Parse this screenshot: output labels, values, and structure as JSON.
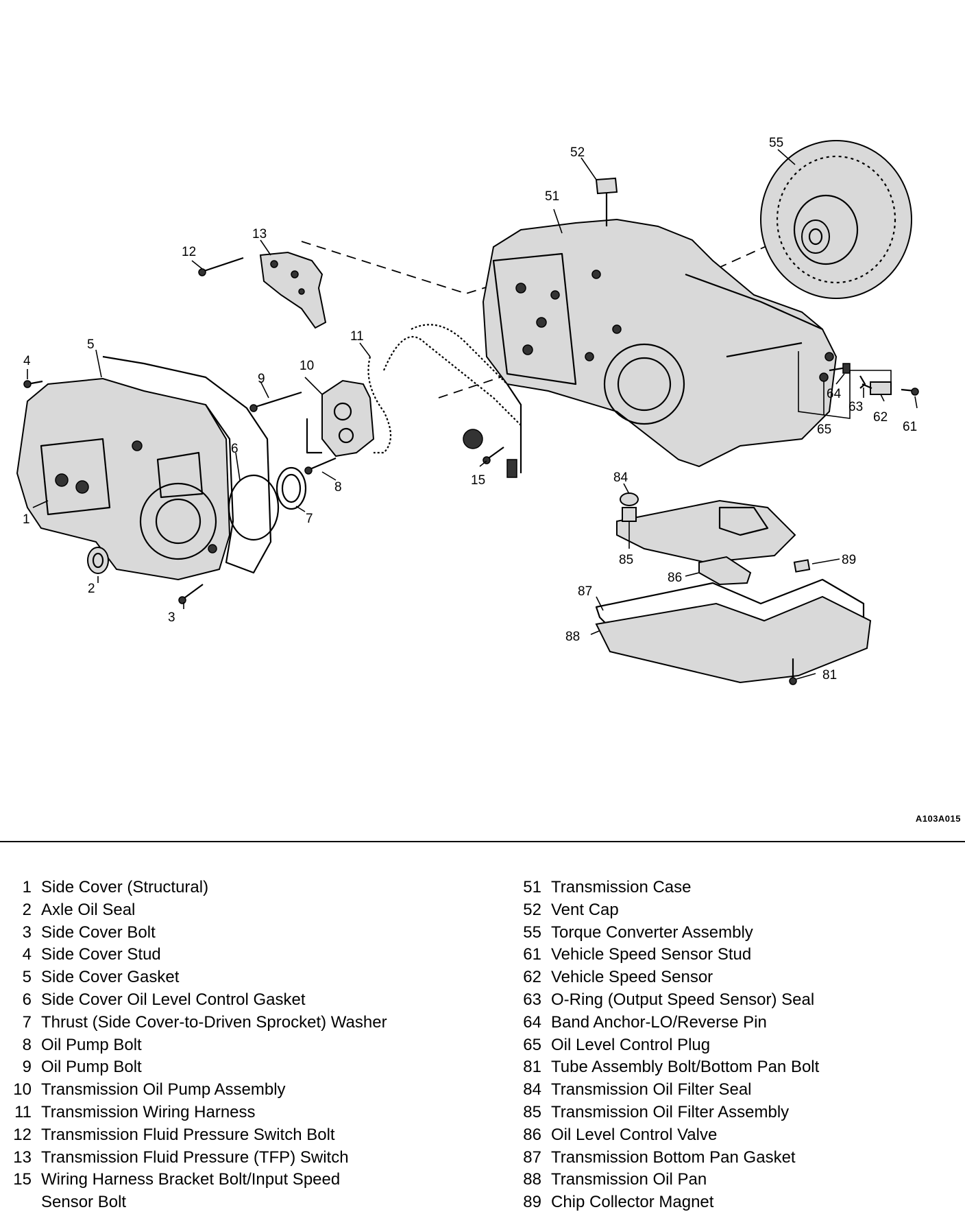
{
  "diagram": {
    "figure_code": "A103A015",
    "callouts": {
      "c1": "1",
      "c2": "2",
      "c3": "3",
      "c4": "4",
      "c5": "5",
      "c6": "6",
      "c7": "7",
      "c8": "8",
      "c9": "9",
      "c10": "10",
      "c11": "11",
      "c12": "12",
      "c13": "13",
      "c15": "15",
      "c51": "51",
      "c52": "52",
      "c55": "55",
      "c61": "61",
      "c62": "62",
      "c63": "63",
      "c64": "64",
      "c65": "65",
      "c81": "81",
      "c84": "84",
      "c85": "85",
      "c86": "86",
      "c87": "87",
      "c88": "88",
      "c89": "89"
    }
  },
  "legend": {
    "left": [
      {
        "num": "1",
        "label": "Side Cover (Structural)"
      },
      {
        "num": "2",
        "label": "Axle Oil Seal"
      },
      {
        "num": "3",
        "label": "Side Cover Bolt"
      },
      {
        "num": "4",
        "label": "Side Cover Stud"
      },
      {
        "num": "5",
        "label": "Side Cover Gasket"
      },
      {
        "num": "6",
        "label": "Side Cover Oil Level Control Gasket"
      },
      {
        "num": "7",
        "label": "Thrust (Side Cover-to-Driven Sprocket) Washer"
      },
      {
        "num": "8",
        "label": "Oil Pump Bolt"
      },
      {
        "num": "9",
        "label": "Oil Pump Bolt"
      },
      {
        "num": "10",
        "label": "Transmission Oil Pump Assembly"
      },
      {
        "num": "11",
        "label": "Transmission Wiring Harness"
      },
      {
        "num": "12",
        "label": "Transmission Fluid Pressure Switch Bolt"
      },
      {
        "num": "13",
        "label": "Transmission Fluid Pressure (TFP) Switch"
      },
      {
        "num": "15",
        "label": "Wiring Harness Bracket Bolt/Input Speed"
      },
      {
        "num": "",
        "label": "Sensor Bolt"
      }
    ],
    "right": [
      {
        "num": "51",
        "label": "Transmission Case"
      },
      {
        "num": "52",
        "label": "Vent Cap"
      },
      {
        "num": "55",
        "label": "Torque Converter Assembly"
      },
      {
        "num": "61",
        "label": "Vehicle Speed Sensor Stud"
      },
      {
        "num": "62",
        "label": "Vehicle Speed Sensor"
      },
      {
        "num": "63",
        "label": "O-Ring (Output Speed Sensor) Seal"
      },
      {
        "num": "64",
        "label": "Band Anchor-LO/Reverse Pin"
      },
      {
        "num": "65",
        "label": "Oil Level Control Plug"
      },
      {
        "num": "81",
        "label": "Tube Assembly Bolt/Bottom Pan Bolt"
      },
      {
        "num": "84",
        "label": "Transmission Oil Filter Seal"
      },
      {
        "num": "85",
        "label": "Transmission Oil Filter Assembly"
      },
      {
        "num": "86",
        "label": "Oil Level Control Valve"
      },
      {
        "num": "87",
        "label": "Transmission Bottom Pan Gasket"
      },
      {
        "num": "88",
        "label": "Transmission Oil Pan"
      },
      {
        "num": "89",
        "label": "Chip Collector Magnet"
      }
    ]
  }
}
